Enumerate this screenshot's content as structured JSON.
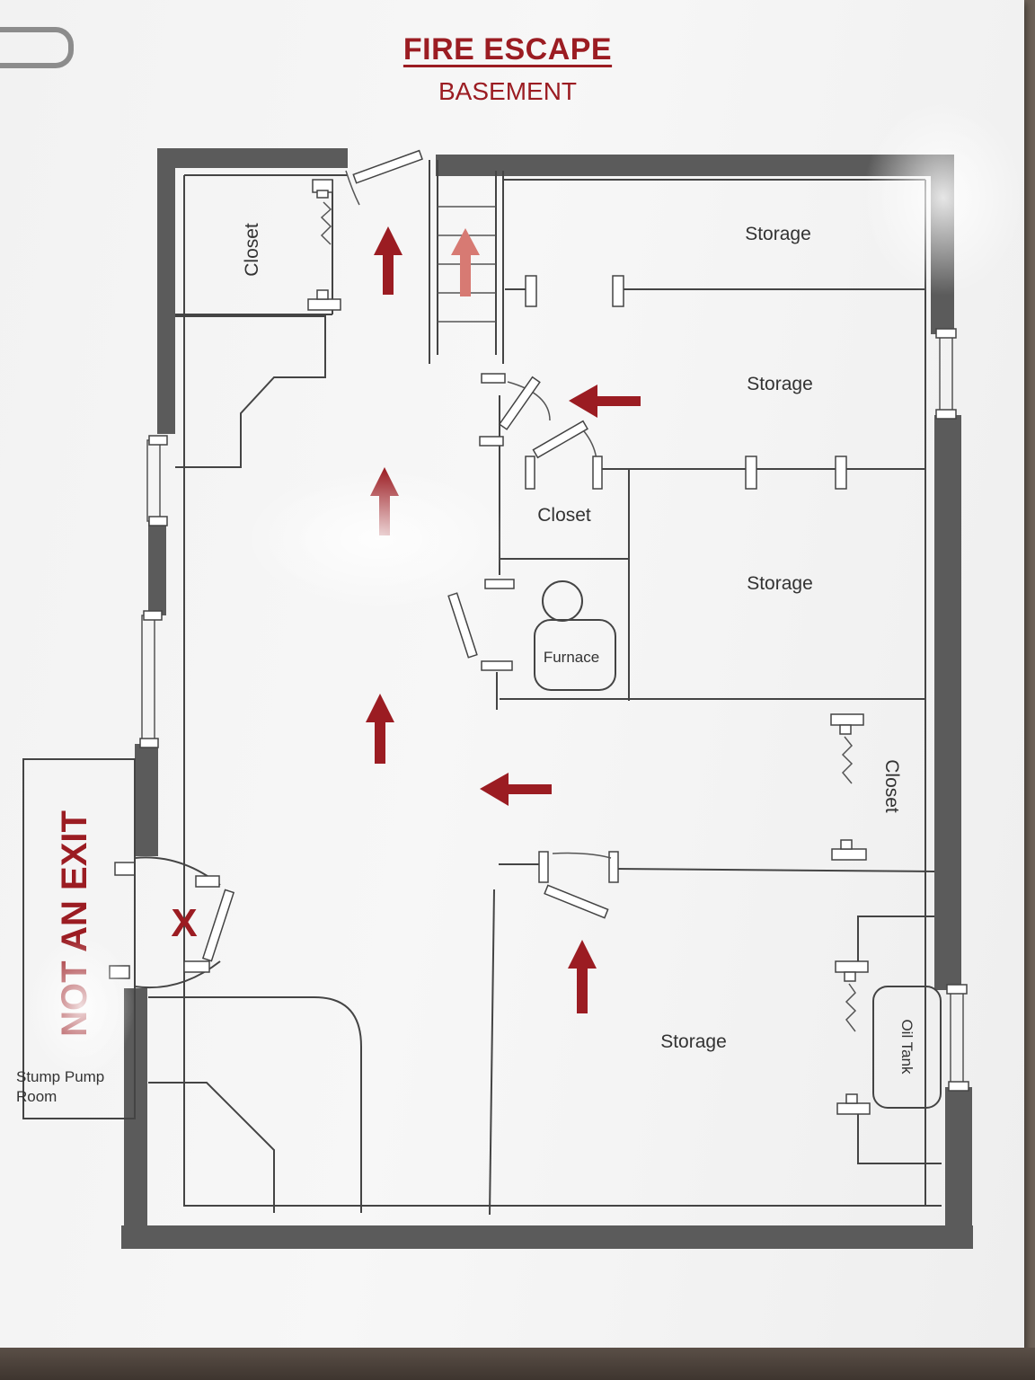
{
  "header": {
    "title": "FIRE ESCAPE",
    "subtitle": "BASEMENT"
  },
  "rooms": {
    "closet_nw": "Closet",
    "storage_1": "Storage",
    "storage_2": "Storage",
    "closet_center": "Closet",
    "storage_3": "Storage",
    "furnace": "Furnace",
    "closet_east": "Closet",
    "storage_4": "Storage",
    "oil_tank": "Oil Tank",
    "sump_pump_line1": "Stump Pump",
    "sump_pump_line2": "Room"
  },
  "warnings": {
    "not_an_exit": "NOT AN EXIT",
    "x_mark": "X"
  },
  "colors": {
    "accent": "#9b1c22",
    "arrow": "#9b1c22",
    "arrow_faded": "#d77a73",
    "wall": "#5b5b5b",
    "paper": "#f4f4f4"
  },
  "arrows": [
    {
      "name": "arrow-up-top-left",
      "direction": "up"
    },
    {
      "name": "arrow-up-stairs",
      "direction": "up",
      "faded": true
    },
    {
      "name": "arrow-left-storage",
      "direction": "left"
    },
    {
      "name": "arrow-up-mid",
      "direction": "up"
    },
    {
      "name": "arrow-up-lower",
      "direction": "up"
    },
    {
      "name": "arrow-left-lower",
      "direction": "left"
    },
    {
      "name": "arrow-up-storage",
      "direction": "up"
    }
  ]
}
